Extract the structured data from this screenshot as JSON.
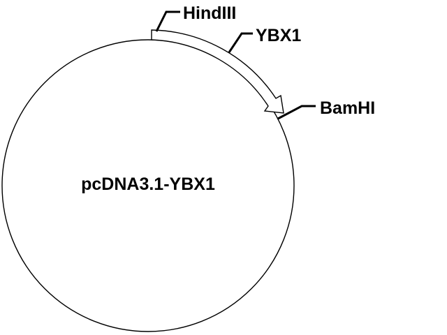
{
  "plasmid": {
    "name": "pcDNA3.1-YBX1"
  },
  "features": {
    "start_site": "HindIII",
    "insert": "YBX1",
    "end_site": "BamHI"
  },
  "colors": {
    "background": "#ffffff",
    "line": "#000000"
  }
}
